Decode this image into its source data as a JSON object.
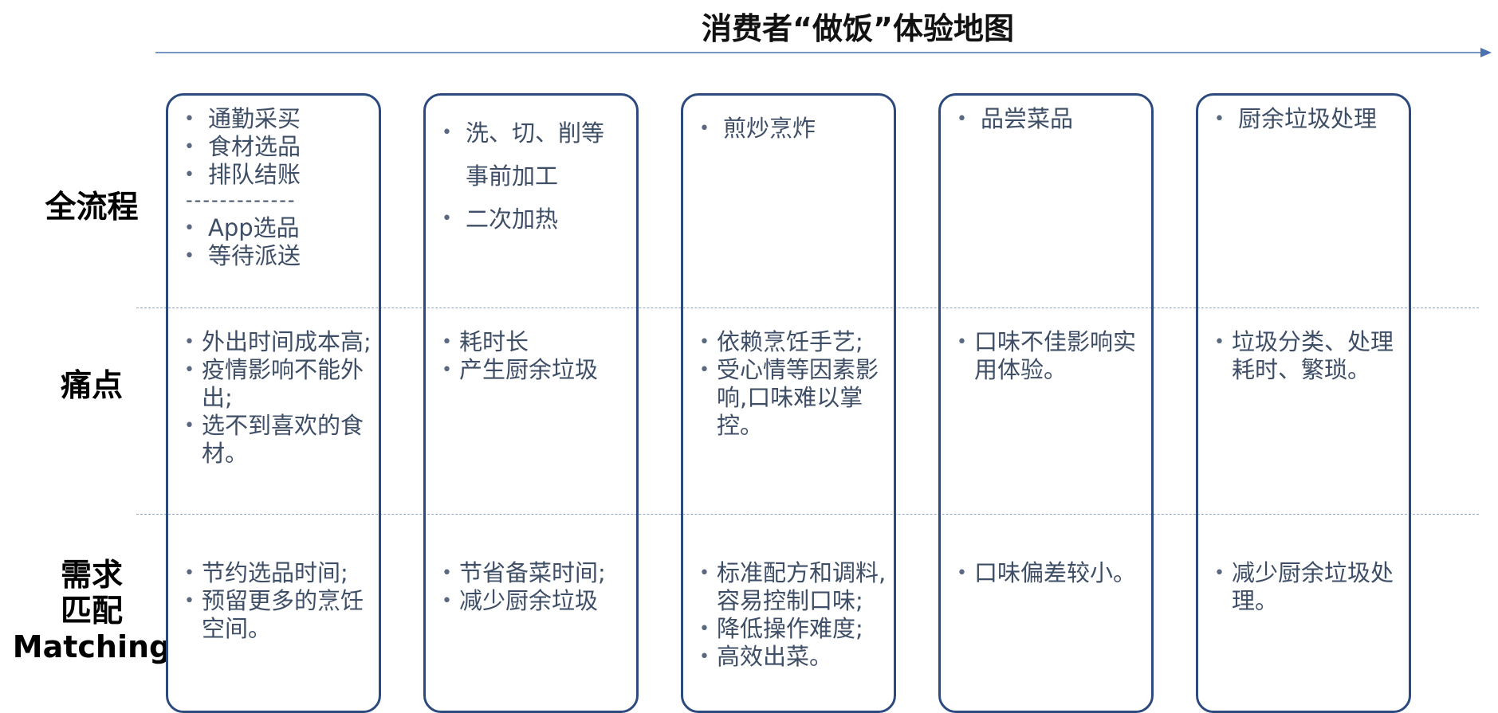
{
  "title": "消费者“做饭”体验地图",
  "rows": {
    "process": "全流程",
    "pain": "痛点",
    "needs_cn1": "需求",
    "needs_cn2": "匹配",
    "needs_en": "Matching"
  },
  "columns": [
    {
      "process_a": [
        "通勤采买",
        "食材选品",
        "排队结账"
      ],
      "separator": "-------------",
      "process_b": [
        "App选品",
        "等待派送"
      ],
      "pain": [
        "外出时间成本高;",
        "疫情影响不能外出;",
        "选不到喜欢的食材。"
      ],
      "needs": [
        "节约选品时间;",
        "预留更多的烹饪空间。"
      ]
    },
    {
      "process_a": [
        "洗、切、削等事前加工",
        "二次加热"
      ],
      "pain": [
        "耗时长",
        "产生厨余垃圾"
      ],
      "needs": [
        "节省备菜时间;",
        "减少厨余垃圾"
      ]
    },
    {
      "process_a": [
        "煎炒烹炸"
      ],
      "pain": [
        "依赖烹饪手艺;",
        "受心情等因素影响,口味难以掌控。"
      ],
      "needs": [
        "标准配方和调料,容易控制口味;",
        "降低操作难度;",
        "高效出菜。"
      ]
    },
    {
      "process_a": [
        "品尝菜品"
      ],
      "pain": [
        "口味不佳影响实用体验。"
      ],
      "needs": [
        "口味偏差较小。"
      ]
    },
    {
      "process_a": [
        "厨余垃圾处理"
      ],
      "pain": [
        "垃圾分类、处理耗时、繁琐。"
      ],
      "needs": [
        "减少厨余垃圾处理。"
      ]
    }
  ]
}
